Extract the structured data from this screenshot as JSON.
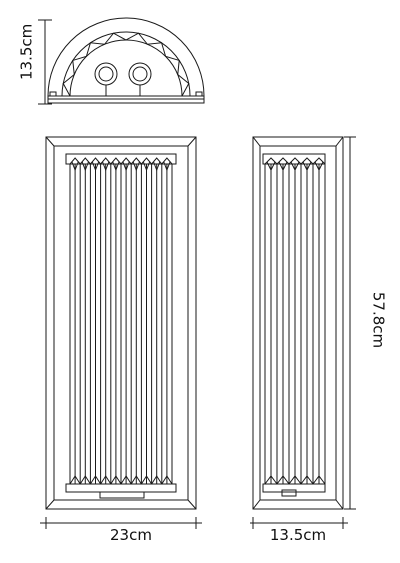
{
  "dimensions": {
    "depth_top": "13.5cm",
    "height": "57.8cm",
    "width": "23cm",
    "depth_side": "13.5cm"
  },
  "colors": {
    "line": "#1a1a1a",
    "background": "#ffffff"
  }
}
